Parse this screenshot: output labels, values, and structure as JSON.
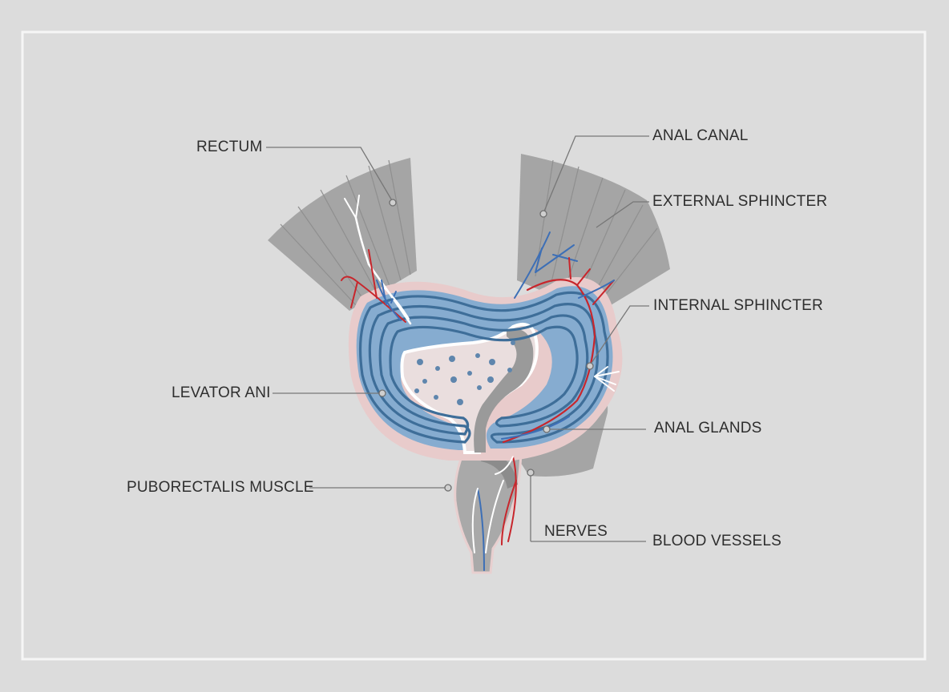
{
  "diagram": {
    "labels": {
      "rectum": "RECTUM",
      "anal_canal": "ANAL CANAL",
      "external_sphincter": "EXTERNAL SPHINCTER",
      "internal_sphincter": "INTERNAL SPHINCTER",
      "levator_ani": "LEVATOR ANI",
      "anal_glands": "ANAL GLANDS",
      "puborectalis_muscle": "PUBORECTALIS MUSCLE",
      "nerves": "NERVES",
      "blood_vessels": "BLOOD VESSELS"
    },
    "colors": {
      "background": "#dcdcdc",
      "frame": "#f5f5f5",
      "muscle_gray": "#a3a3a3",
      "mucosa_blue": "#87aed0",
      "ring_line_blue": "#3e6e99",
      "lumen_pink": "#eadcdc",
      "tissue_pink": "#e7c9c9",
      "artery_red": "#c8262c",
      "vein_blue": "#3d6fb6",
      "nerve_white": "#ffffff",
      "leader_line": "#777777",
      "label_text": "#2e2e2e"
    }
  }
}
